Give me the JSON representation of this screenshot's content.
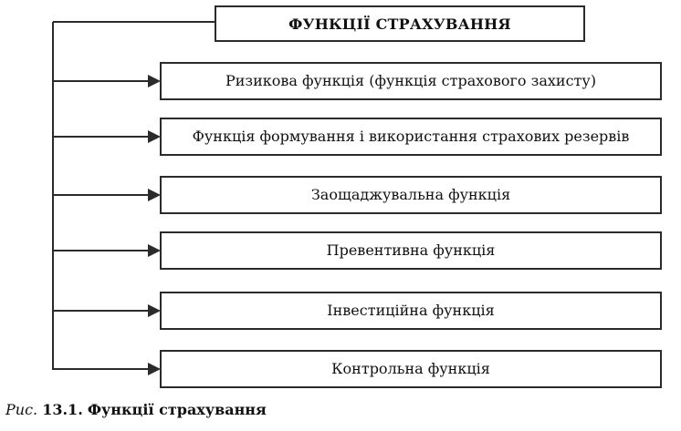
{
  "diagram": {
    "title": "ФУНКЦІЇ СТРАХУВАННЯ",
    "functions": [
      "Ризикова функція (функція страхового захисту)",
      "Функція формування і використання страхових резервів",
      "Заощаджувальна функція",
      "Превентивна функція",
      "Інвестиційна функція",
      "Контрольна функція"
    ]
  },
  "caption": {
    "label": "Рис.",
    "number": "13.1.",
    "title": "Функції страхування"
  }
}
